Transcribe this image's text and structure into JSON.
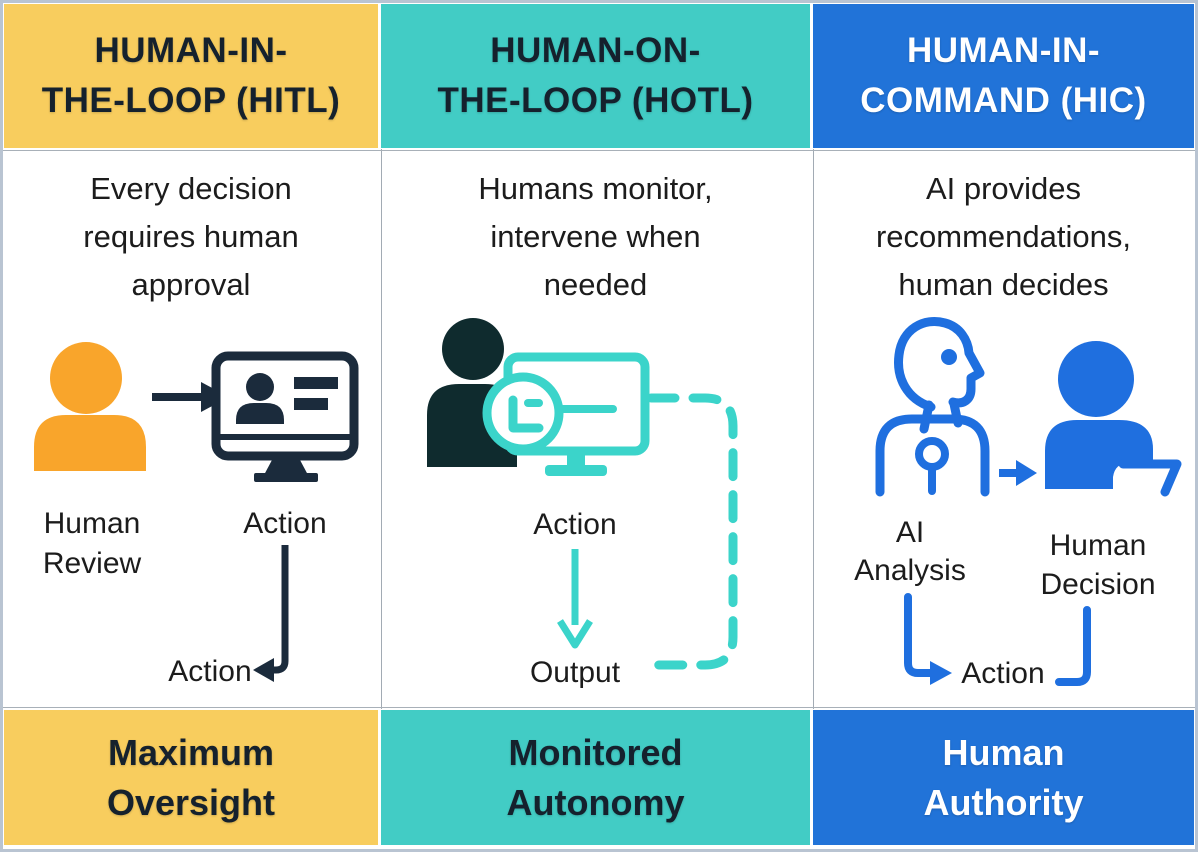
{
  "colors": {
    "hitl_accent": "#F8CD5E",
    "hotl_accent": "#42CCC5",
    "hic_accent": "#2173D8",
    "orange_icon": "#F9A52B",
    "navy_icon": "#1B2B3C",
    "dark_teal_icon": "#0F2B2E",
    "bright_teal_icon": "#3BD4CA",
    "blue_icon": "#1F6FDF",
    "body_text": "#1C1C1C"
  },
  "columns": [
    {
      "key": "hitl",
      "header": {
        "line1": "HUMAN-IN-",
        "line2": "THE-LOOP (HITL)"
      },
      "description": {
        "line1": "Every decision",
        "line2": "requires human",
        "line3": "approval"
      },
      "icons": [
        "human-person-icon",
        "right-arrow-icon",
        "approval-monitor-icon",
        "down-left-arrow-icon"
      ],
      "labels": {
        "actor_line1": "Human",
        "actor_line2": "Review",
        "monitor": "Action",
        "result": "Action"
      },
      "footer": {
        "line1": "Maximum",
        "line2": "Oversight"
      }
    },
    {
      "key": "hotl",
      "header": {
        "line1": "HUMAN-ON-",
        "line2": "THE-LOOP (HOTL)"
      },
      "description": {
        "line1": "Humans monitor,",
        "line2": "intervene when",
        "line3": "needed"
      },
      "icons": [
        "human-person-icon",
        "monitoring-monitor-icon",
        "clock-icon",
        "down-arrow-icon",
        "dashed-feedback-loop-icon"
      ],
      "labels": {
        "action": "Action",
        "output": "Output"
      },
      "footer": {
        "line1": "Monitored",
        "line2": "Autonomy"
      }
    },
    {
      "key": "hic",
      "header": {
        "line1": "HUMAN-IN-",
        "line2": "COMMAND (HIC)"
      },
      "description": {
        "line1": "AI provides",
        "line2": "recommendations,",
        "line3": "human decides"
      },
      "icons": [
        "robot-head-icon",
        "right-arrow-icon",
        "human-laptop-icon",
        "elbow-arrow-right-icon",
        "elbow-line-left-icon"
      ],
      "labels": {
        "ai_line1": "AI",
        "ai_line2": "Analysis",
        "human_line1": "Human",
        "human_line2": "Decision",
        "action": "Action"
      },
      "footer": {
        "line1": "Human",
        "line2": "Authority"
      }
    }
  ]
}
